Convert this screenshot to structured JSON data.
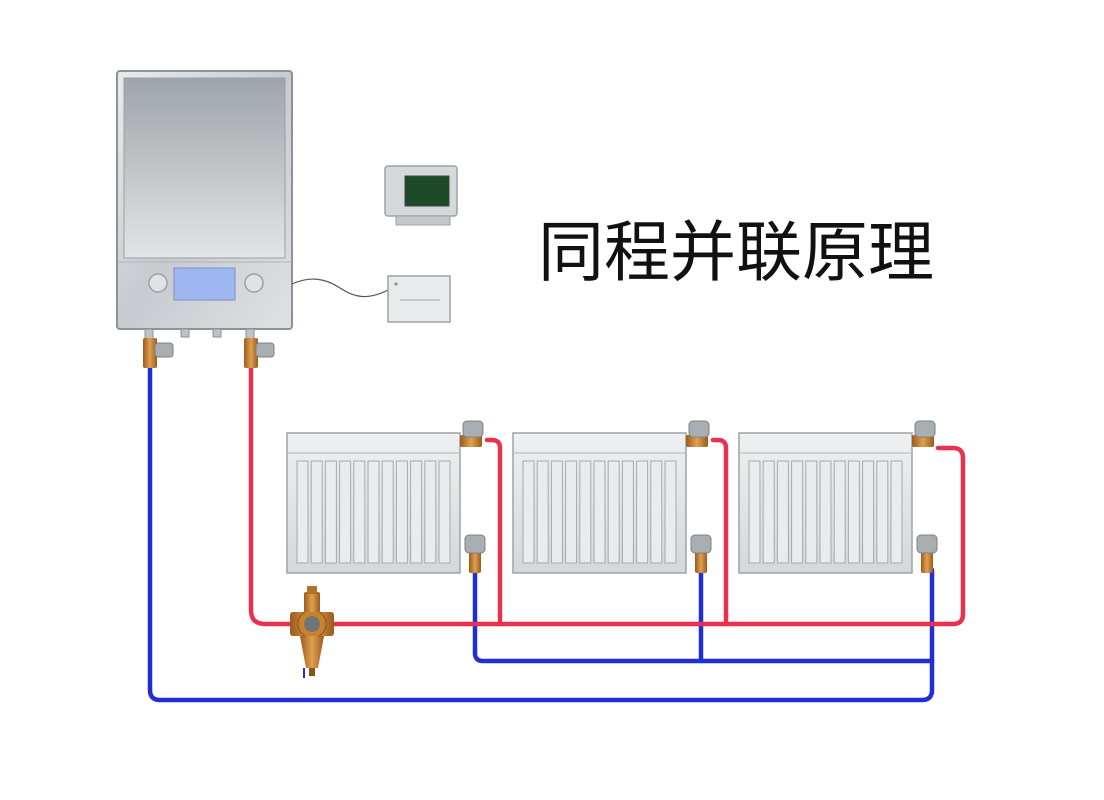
{
  "title": "同程并联原理",
  "colors": {
    "supply_pipe": "#e8314f",
    "return_pipe": "#1f2fd4",
    "brass": "#c9822e",
    "boiler_body": "#cfd3d6",
    "display": "#9fb7f0",
    "thermostat_screen": "#1f4a2a"
  },
  "components": {
    "boiler": "wall-hung-boiler",
    "thermostat": "room-thermostat",
    "receiver": "wireless-receiver",
    "filter": "y-filter",
    "radiators": [
      "radiator-1",
      "radiator-2",
      "radiator-3"
    ]
  }
}
